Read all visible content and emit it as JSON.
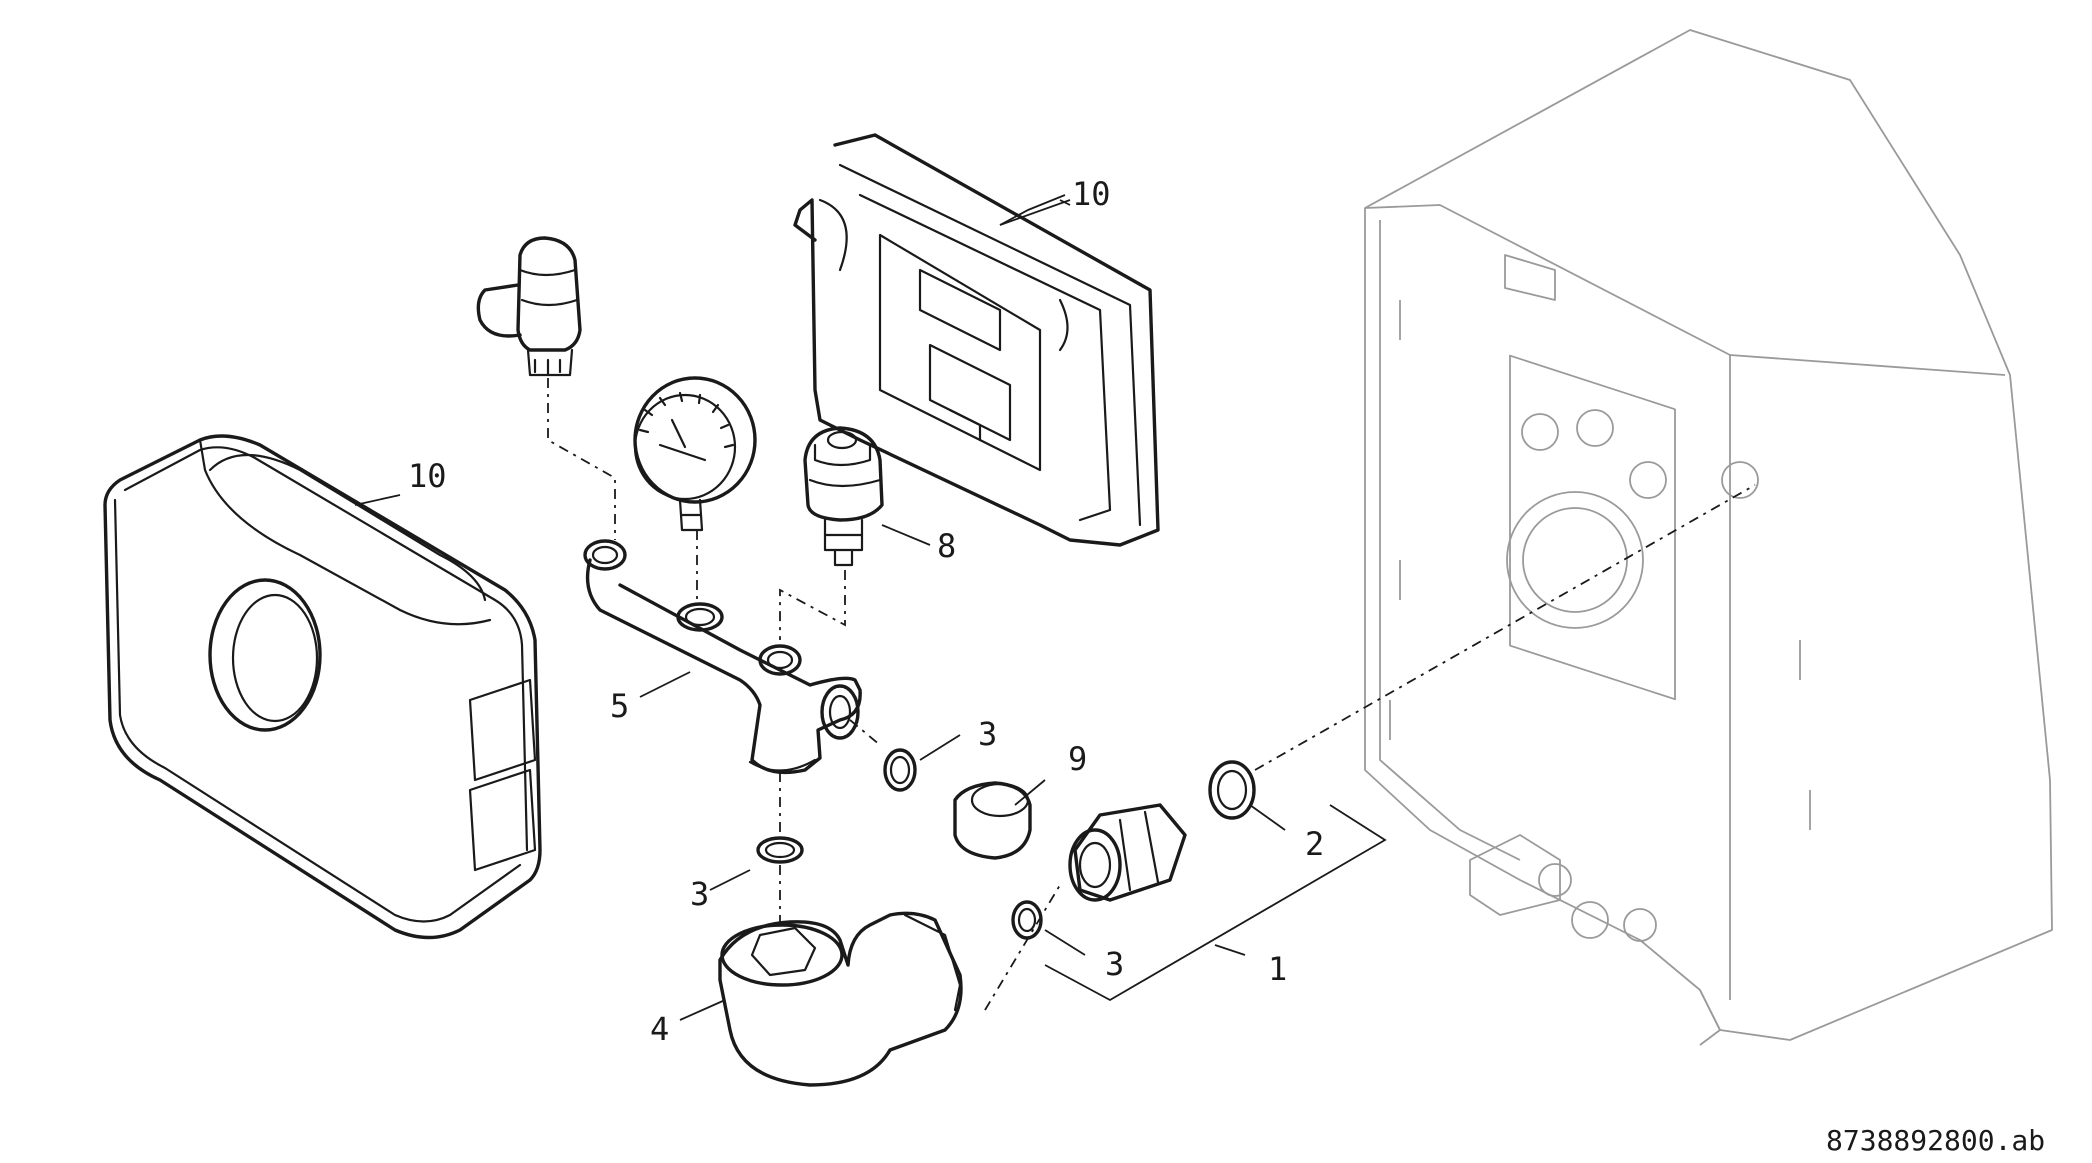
{
  "callouts": {
    "part_1": "1",
    "part_2": "2",
    "part_3a": "3",
    "part_3b": "3",
    "part_3c": "3",
    "part_4": "4",
    "part_5": "5",
    "part_8": "8",
    "part_9": "9",
    "part_10_top": "10",
    "part_10_left": "10"
  },
  "document_id": "8738892800.ab"
}
